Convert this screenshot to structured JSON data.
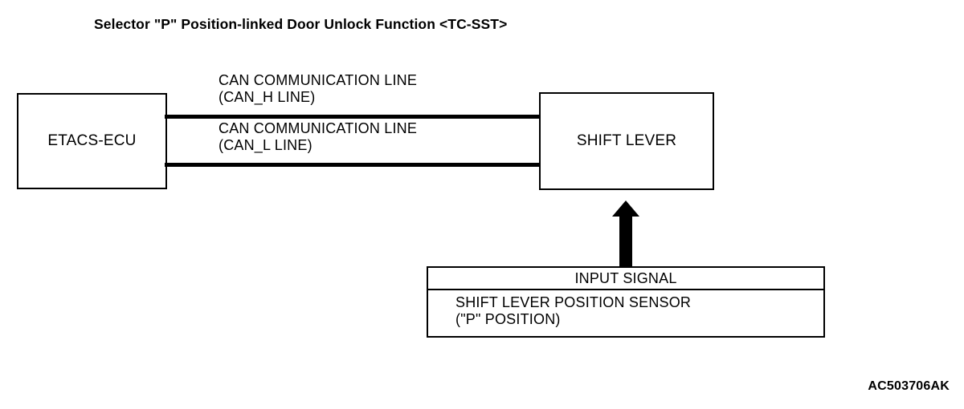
{
  "diagram": {
    "title": "Selector \"P\" Position-linked Door Unlock Function <TC-SST>",
    "reference_code": "AC503706AK",
    "colors": {
      "background": "#FFFFFF",
      "stroke": "#000000",
      "text": "#000000"
    },
    "nodes": {
      "etacs_ecu": {
        "label": "ETACS-ECU"
      },
      "shift_lever": {
        "label": "SHIFT LEVER"
      }
    },
    "connections": {
      "can_h": {
        "line1": "CAN COMMUNICATION LINE",
        "line2": "(CAN_H LINE)"
      },
      "can_l": {
        "line1": "CAN COMMUNICATION LINE",
        "line2": "(CAN_L LINE)"
      }
    },
    "input_signal": {
      "header": "INPUT SIGNAL",
      "body_line1": "SHIFT LEVER POSITION SENSOR",
      "body_line2": "(\"P\" POSITION)",
      "arrow_direction": "up"
    }
  }
}
